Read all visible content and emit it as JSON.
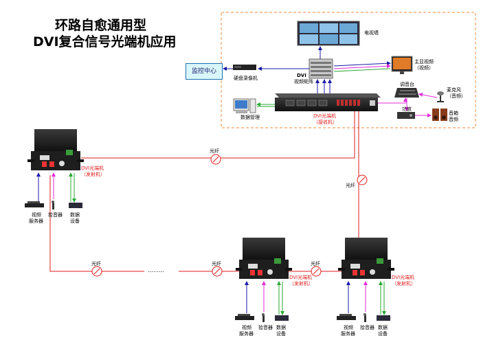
{
  "title": {
    "line1": "环路自愈通用型",
    "line2": "DVI复合信号光端机应用"
  },
  "center": {
    "monitoring_center": "监控中心",
    "tv_wall": "电视墙",
    "dvr": "硬盘录像机",
    "dvi_matrix_line1": "DVI",
    "dvi_matrix_line2": "视频矩阵",
    "main_display_line1": "主显视频",
    "main_display_line2": "（视频）",
    "mixer": "调音台",
    "microphone_line1": "麦克风",
    "microphone_line2": "（音频）",
    "amplifier": "功放",
    "speaker_line1": "音箱",
    "speaker_line2": "音频",
    "data_management": "数据管理",
    "receiver_line1": "DVI光端机",
    "receiver_line2": "（接收机）"
  },
  "fiber_label": "光纤",
  "dots": "………",
  "transmitter_line1": "DVI光端机",
  "transmitter_line2": "（发射机）",
  "devices": {
    "video_server_line1": "视频",
    "video_server_line2": "服务器",
    "pickup": "拾音器",
    "data_device_line1": "数据",
    "data_device_line2": "设备"
  },
  "colors": {
    "fiber": "#e21b1b",
    "video": "#1a1aa8",
    "audio": "#e02ad6",
    "data": "#2aa832",
    "frame": "#f0a060"
  }
}
